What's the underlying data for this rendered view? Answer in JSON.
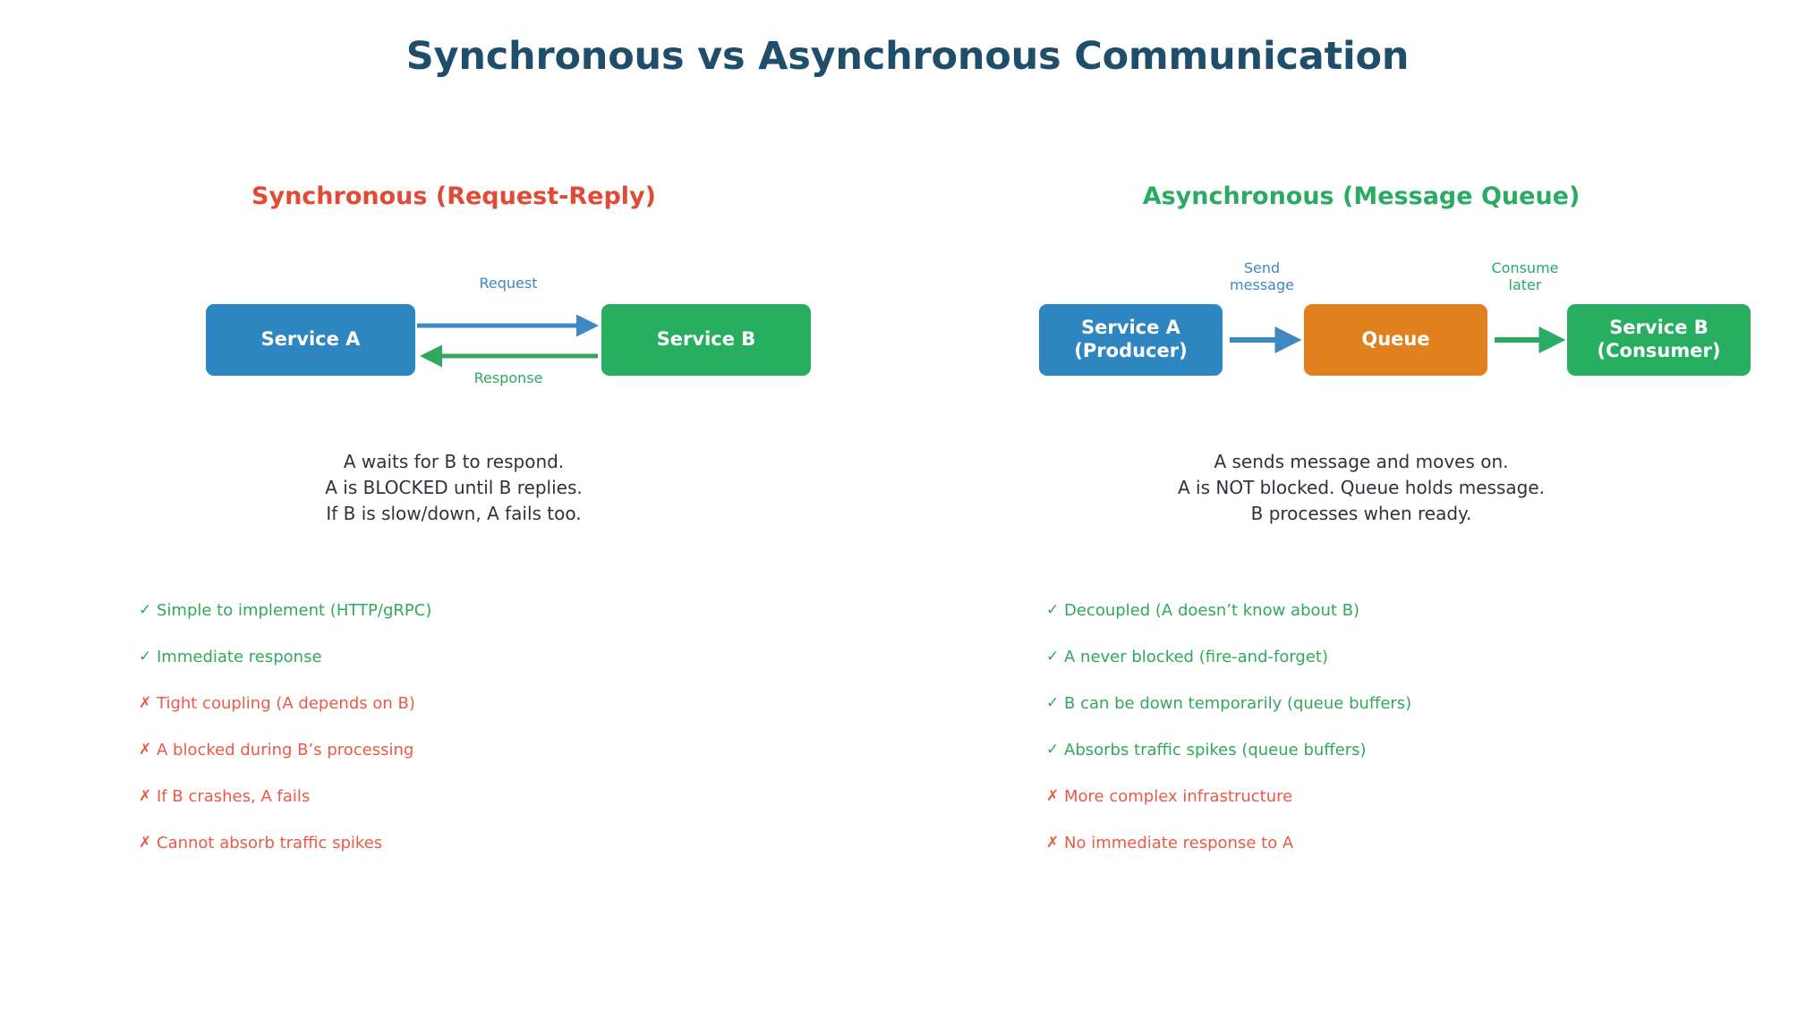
{
  "title": "Synchronous vs Asynchronous Communication",
  "colors": {
    "title": "#1f4e6b",
    "blue": "#2e86c1",
    "green": "#27ae60",
    "orange": "#e0801f",
    "pro": "#31a85b",
    "con": "#ea5a47",
    "sync_heading": "#e24a36",
    "async_heading": "#2aab63",
    "caption": "#2b333d",
    "background": "#ffffff"
  },
  "marks": {
    "check": "✓",
    "cross": "✗"
  },
  "sync": {
    "heading": "Synchronous (Request-Reply)",
    "nodes": {
      "service_a": "Service A",
      "service_b": "Service B"
    },
    "edges": {
      "request": "Request",
      "response": "Response"
    },
    "caption": "A waits for B to respond.\nA is BLOCKED until B replies.\nIf B is slow/down, A fails too.",
    "bullets": [
      {
        "kind": "pro",
        "text": "Simple to implement (HTTP/gRPC)"
      },
      {
        "kind": "pro",
        "text": "Immediate response"
      },
      {
        "kind": "con",
        "text": "Tight coupling (A depends on B)"
      },
      {
        "kind": "con",
        "text": "A blocked during B’s processing"
      },
      {
        "kind": "con",
        "text": "If B crashes, A fails"
      },
      {
        "kind": "con",
        "text": "Cannot absorb traffic spikes"
      }
    ]
  },
  "async": {
    "heading": "Asynchronous (Message Queue)",
    "nodes": {
      "producer": "Service A\n(Producer)",
      "queue": "Queue",
      "consumer": "Service B\n(Consumer)"
    },
    "edges": {
      "send": "Send\nmessage",
      "consume": "Consume\nlater"
    },
    "caption": "A sends message and moves on.\nA is NOT blocked. Queue holds message.\nB processes when ready.",
    "bullets": [
      {
        "kind": "pro",
        "text": "Decoupled (A doesn’t know about B)"
      },
      {
        "kind": "pro",
        "text": "A never blocked (fire-and-forget)"
      },
      {
        "kind": "pro",
        "text": "B can be down temporarily (queue buffers)"
      },
      {
        "kind": "pro",
        "text": "Absorbs traffic spikes (queue buffers)"
      },
      {
        "kind": "con",
        "text": "More complex infrastructure"
      },
      {
        "kind": "con",
        "text": "No immediate response to A"
      }
    ]
  }
}
